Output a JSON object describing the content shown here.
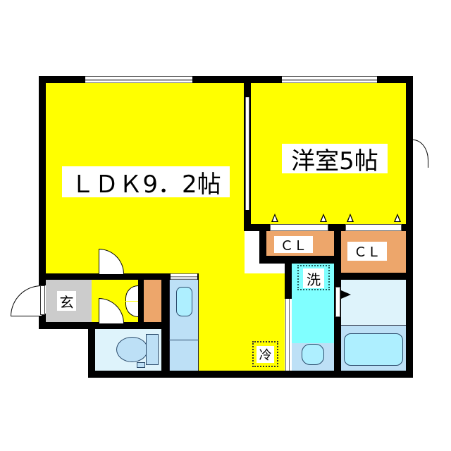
{
  "floor_plan": {
    "rooms": {
      "ldk": {
        "label": "ＬＤＫ9．2帖",
        "type": "Living Dining Kitchen",
        "size_jo": 9.2
      },
      "western_room": {
        "label": "洋室5帖",
        "type": "Western-style room",
        "size_jo": 5
      },
      "closet_1": {
        "label": "ＣＬ"
      },
      "closet_2": {
        "label": "ＣＬ"
      },
      "entrance": {
        "label": "玄"
      },
      "washer_space": {
        "label": "洗"
      },
      "fridge_space": {
        "label": "冷"
      }
    },
    "colors": {
      "main_room": "#ffff00",
      "closet": "#eda66b",
      "entrance": "#cccccc",
      "wet_area": "#def3fb",
      "wash_area": "#80ffff",
      "wall": "#000000"
    }
  }
}
